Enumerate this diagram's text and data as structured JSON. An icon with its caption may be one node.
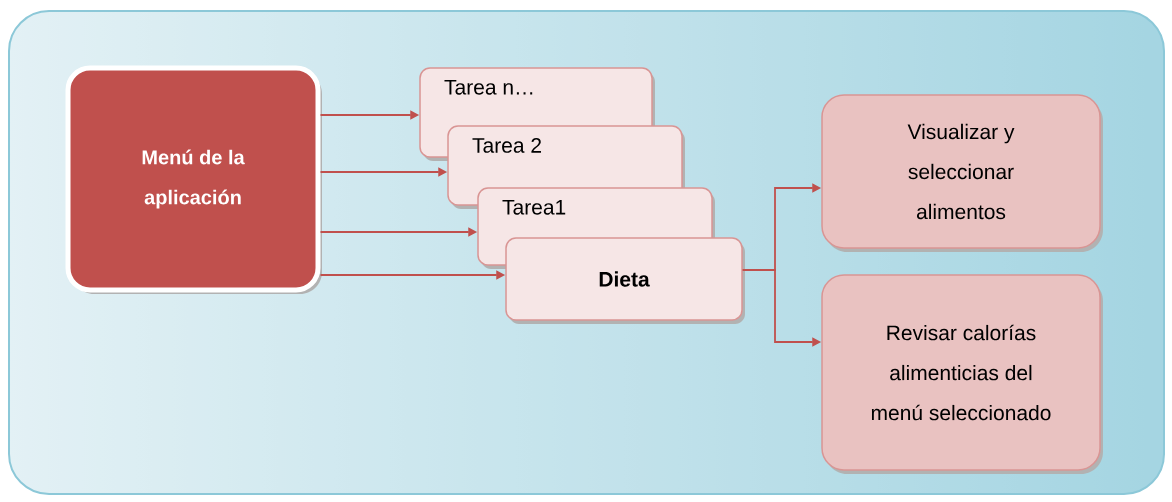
{
  "diagram": {
    "nodes": [
      {
        "text": [
          "Menú de la aplicación"
        ]
      },
      {
        "text": [
          "Tarea n…"
        ]
      },
      {
        "text": [
          "Tarea 2"
        ]
      },
      {
        "text": [
          "Tarea1"
        ]
      },
      {
        "text": [
          "Dieta"
        ]
      },
      {
        "text": [
          "Visualizar y seleccionar alimentos"
        ]
      },
      {
        "text": [
          "Revisar calorías alimenticias del menú seleccionado"
        ]
      }
    ],
    "edges": [
      {
        "from": 0,
        "to": 1,
        "arrow": "to"
      },
      {
        "from": 0,
        "to": 2,
        "arrow": "to"
      },
      {
        "from": 0,
        "to": 3,
        "arrow": "to"
      },
      {
        "from": 0,
        "to": 4,
        "arrow": "to"
      },
      {
        "from": 4,
        "to": 5,
        "arrow": "to"
      },
      {
        "from": 4,
        "to": 6,
        "arrow": "to"
      }
    ]
  }
}
